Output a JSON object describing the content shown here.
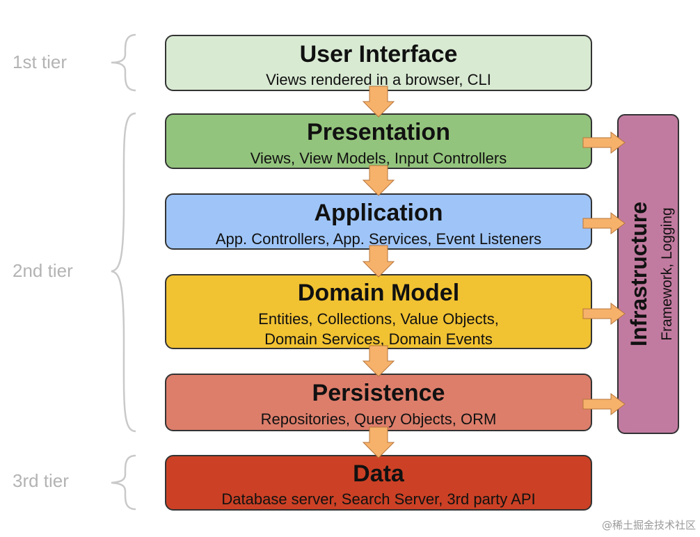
{
  "tiers": [
    {
      "label": "1st tier"
    },
    {
      "label": "2nd tier"
    },
    {
      "label": "3rd tier"
    }
  ],
  "layers": [
    {
      "title": "User Interface",
      "lines": [
        "Views rendered in a browser, CLI"
      ],
      "fill": "#d9ead3",
      "stroke": "#333333"
    },
    {
      "title": "Presentation",
      "lines": [
        "Views, View Models, Input Controllers"
      ],
      "fill": "#93c47d",
      "stroke": "#333333"
    },
    {
      "title": "Application",
      "lines": [
        "App. Controllers, App. Services, Event Listeners"
      ],
      "fill": "#9fc5f8",
      "stroke": "#333333"
    },
    {
      "title": "Domain Model",
      "lines": [
        "Entities, Collections, Value Objects,",
        "Domain Services, Domain Events"
      ],
      "fill": "#f1c232",
      "stroke": "#333333"
    },
    {
      "title": "Persistence",
      "lines": [
        "Repositories, Query Objects, ORM"
      ],
      "fill": "#dd7e6b",
      "stroke": "#333333"
    },
    {
      "title": "Data",
      "lines": [
        "Database server, Search Server, 3rd party API"
      ],
      "fill": "#cc4125",
      "stroke": "#333333"
    }
  ],
  "infrastructure": {
    "title": "Infrastructure",
    "subtitle": "Framework, Logging",
    "fill": "#c27ba0",
    "stroke": "#333333"
  },
  "arrow_color": "#f6b26b",
  "arrow_stroke": "#b7743b",
  "watermark": "@稀土掘金技术社区"
}
